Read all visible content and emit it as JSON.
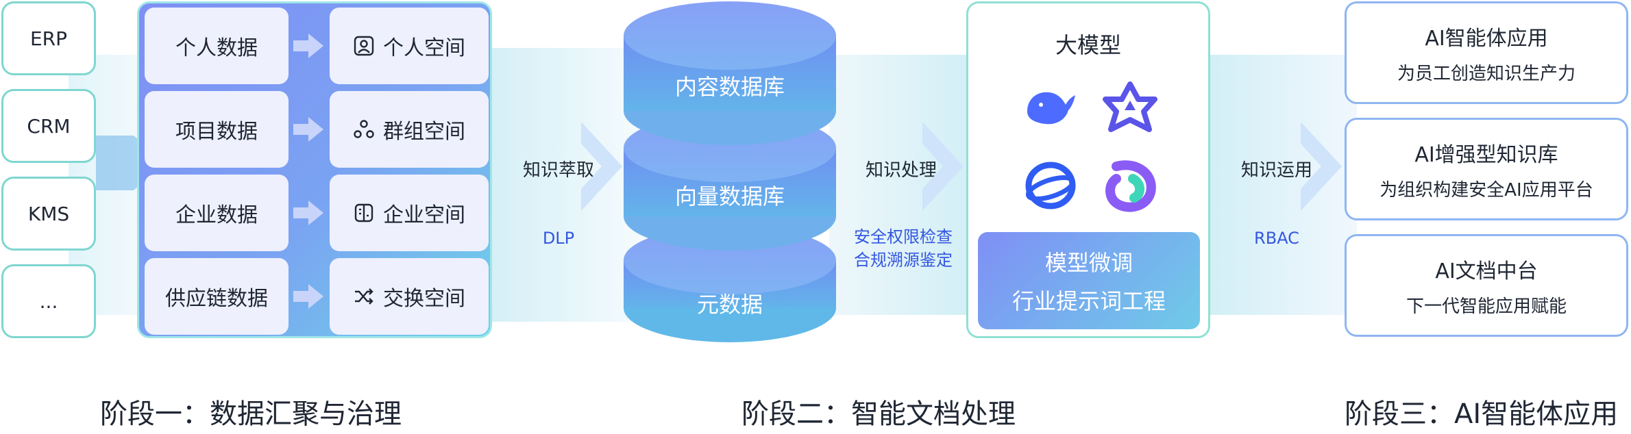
{
  "sources": [
    "ERP",
    "CRM",
    "KMS",
    "..."
  ],
  "data_rows": [
    {
      "left": "个人数据",
      "right": "个人空间",
      "icon": "person-icon"
    },
    {
      "left": "项目数据",
      "right": "群组空间",
      "icon": "group-icon"
    },
    {
      "left": "企业数据",
      "right": "企业空间",
      "icon": "building-icon"
    },
    {
      "left": "供应链数据",
      "right": "交换空间",
      "icon": "shuffle-icon"
    }
  ],
  "flow1": {
    "label": "知识萃取",
    "sub": "DLP"
  },
  "databases": [
    "内容数据库",
    "向量数据库",
    "元数据"
  ],
  "flow2": {
    "label": "知识处理",
    "sub_line1": "安全权限检查",
    "sub_line2": "合规溯源鉴定"
  },
  "model": {
    "title": "大模型",
    "logos": [
      "whale-logo-icon",
      "star-logo-icon",
      "ring-logo-icon",
      "swirl-logo-icon"
    ],
    "tune_line1": "模型微调",
    "tune_line2": "行业提示词工程"
  },
  "flow3": {
    "label": "知识运用",
    "sub": "RBAC"
  },
  "apps": [
    {
      "title": "AI智能体应用",
      "sub": "为员工创造知识生产力"
    },
    {
      "title": "AI增强型知识库",
      "sub": "为组织构建安全AI应用平台"
    },
    {
      "title": "AI文档中台",
      "sub": "下一代智能应用赋能"
    }
  ],
  "stages": [
    "阶段一：数据汇聚与治理",
    "阶段二：智能文档处理",
    "阶段三：AI智能体应用"
  ],
  "colors": {
    "accent_blue": "#3557e0",
    "panel_border": "#8fe0d4",
    "app_border": "#8fb5f2"
  }
}
